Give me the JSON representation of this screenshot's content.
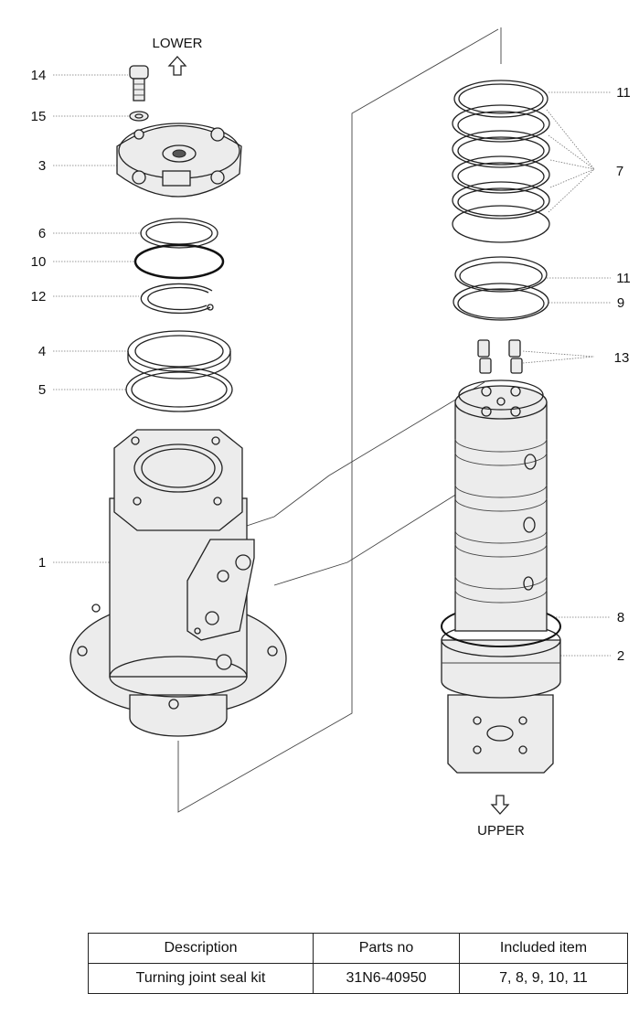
{
  "directions": {
    "lower": "LOWER",
    "upper": "UPPER"
  },
  "callouts": {
    "c14": "14",
    "c15": "15",
    "c3": "3",
    "c6": "6",
    "c10": "10",
    "c12": "12",
    "c4": "4",
    "c5": "5",
    "c1": "1",
    "c11a": "11",
    "c7": "7",
    "c11b": "11",
    "c9": "9",
    "c13": "13",
    "c8": "8",
    "c2": "2"
  },
  "table": {
    "headers": [
      "Description",
      "Parts no",
      "Included item"
    ],
    "rows": [
      [
        "Turning joint seal kit",
        "31N6-40950",
        "7, 8, 9, 10, 11"
      ]
    ]
  }
}
